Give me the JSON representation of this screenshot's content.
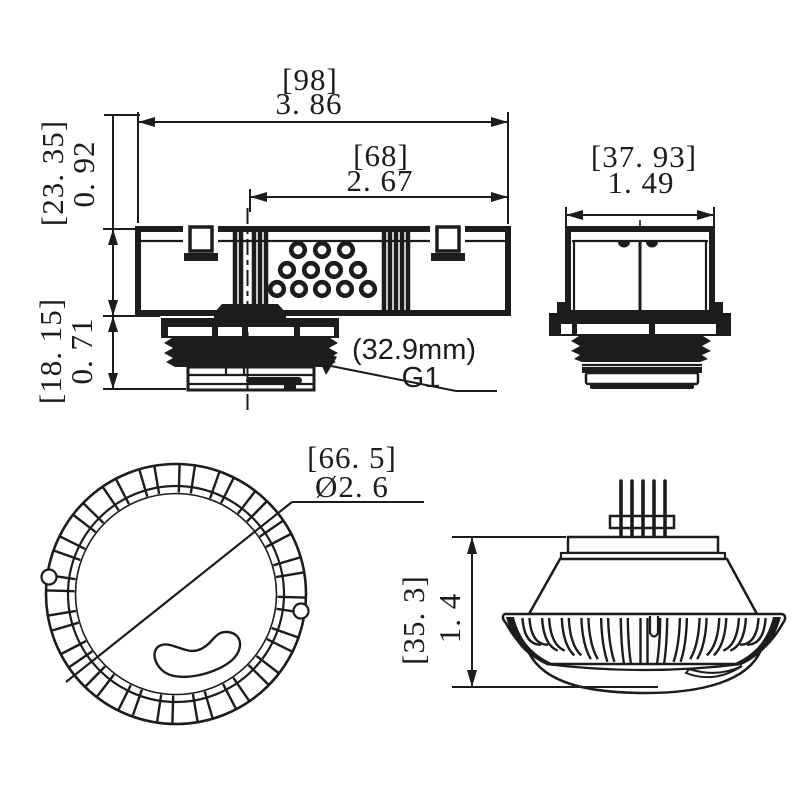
{
  "drawing": {
    "type": "technical-drawing",
    "line_color": "#1c1c1c",
    "background_color": "#ffffff"
  },
  "views": {
    "front": {
      "dim_width_mm": "[98]",
      "dim_width_in": "3. 86",
      "dim_offset_mm": "[68]",
      "dim_offset_in": "2. 67",
      "dim_body_height_mm": "[23. 35]",
      "dim_body_height_in": "0. 92",
      "dim_thread_height_mm": "[18. 15]",
      "dim_thread_height_in": "0. 71",
      "thread_note_size": "(32.9mm)",
      "thread_note_type": "G1"
    },
    "side": {
      "dim_width_mm": "[37. 93]",
      "dim_width_in": "1. 49"
    },
    "bottom": {
      "dim_diameter_mm": "[66. 5]",
      "dim_diameter_in": "Ø2. 6"
    },
    "perspective": {
      "dim_height_mm": "[35. 3]",
      "dim_height_in": "1. 4"
    }
  }
}
